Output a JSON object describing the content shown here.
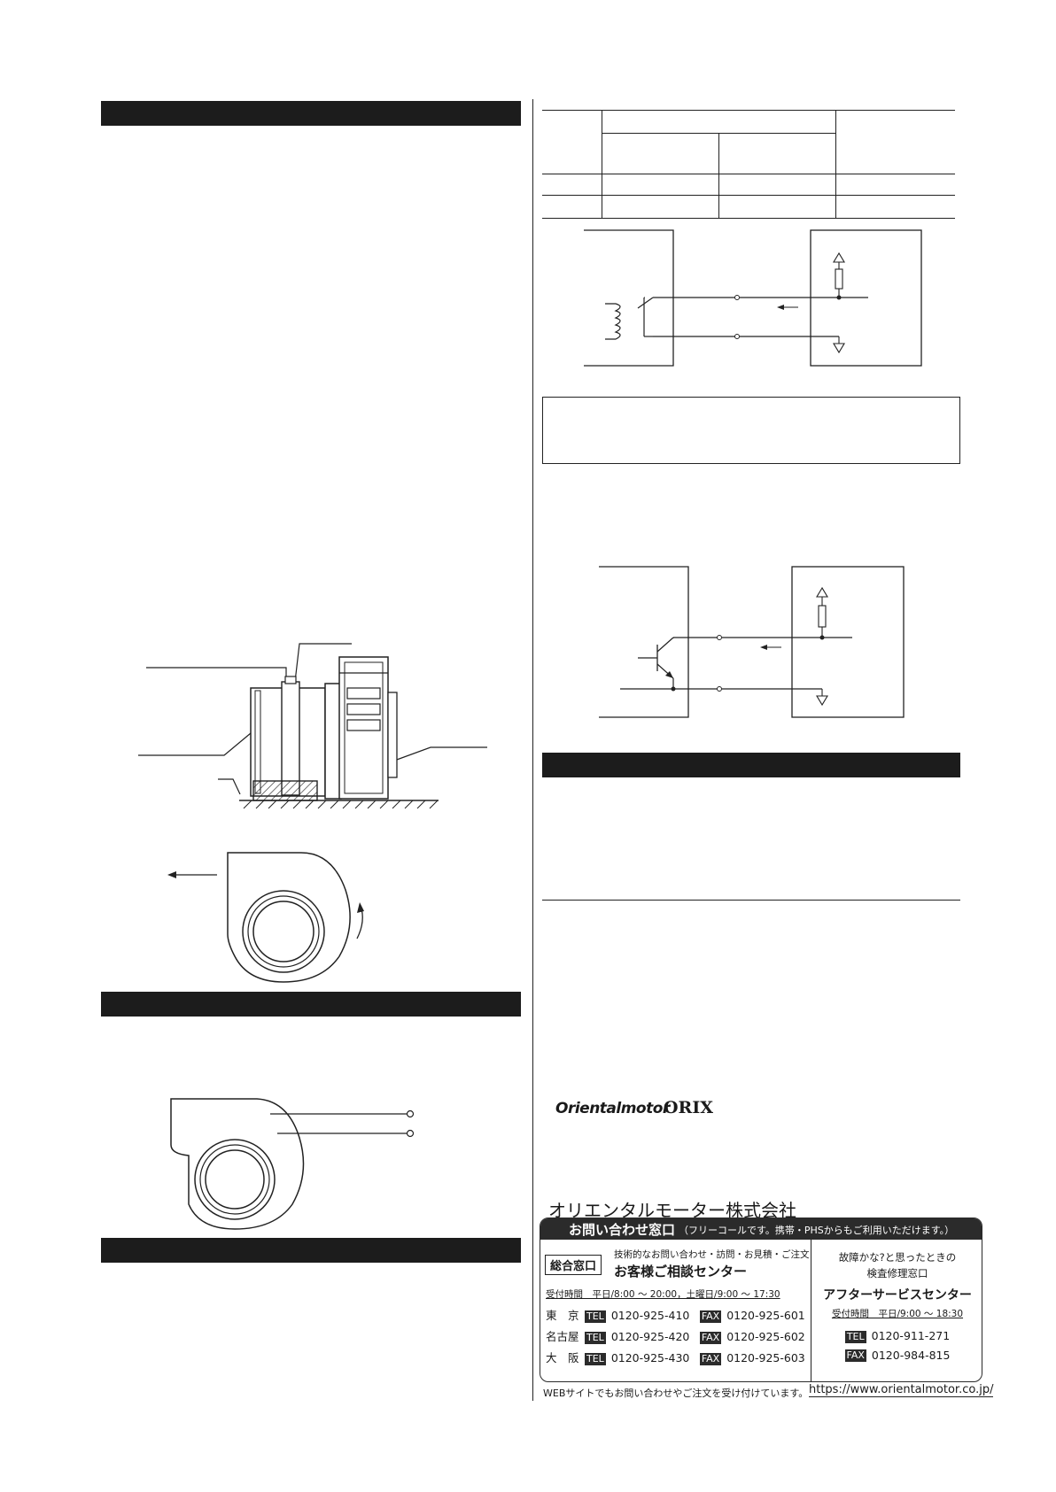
{
  "logos": {
    "oriental_motor": "Orientalmotor",
    "orix": "ORIX"
  },
  "company_name": "オリエンタルモーター株式会社",
  "contact": {
    "header_main": "お問い合わせ窓口",
    "header_note": "（フリーコールです。携帯・PHSからもご利用いただけます。）",
    "general": {
      "badge": "総合窓口",
      "subtitle": "技術的なお問い合わせ・訪問・お見積・ご注文",
      "center_name": "お客様ご相談センター",
      "hours": "受付時間　平日/8:00 ～ 20:00，土曜日/9:00 ～ 17:30",
      "tel_label": "TEL",
      "fax_label": "FAX",
      "offices": [
        {
          "city": "東　京",
          "tel": "0120-925-410",
          "fax": "0120-925-601"
        },
        {
          "city": "名古屋",
          "tel": "0120-925-420",
          "fax": "0120-925-602"
        },
        {
          "city": "大　阪",
          "tel": "0120-925-430",
          "fax": "0120-925-603"
        }
      ]
    },
    "after_service": {
      "line1": "故障かな?と思ったときの",
      "line2": "検査修理窓口",
      "center_name": "アフターサービスセンター",
      "hours": "受付時間　平日/9:00 ～ 18:30",
      "tel_label": "TEL",
      "tel": "0120-911-271",
      "fax_label": "FAX",
      "fax": "0120-984-815"
    }
  },
  "web": {
    "note": "WEBサイトでもお問い合わせやご注文を受け付けています。",
    "url": "https://www.orientalmotor.co.jp/"
  },
  "colors": {
    "ink": "#1c1c1c",
    "paper": "#ffffff"
  }
}
